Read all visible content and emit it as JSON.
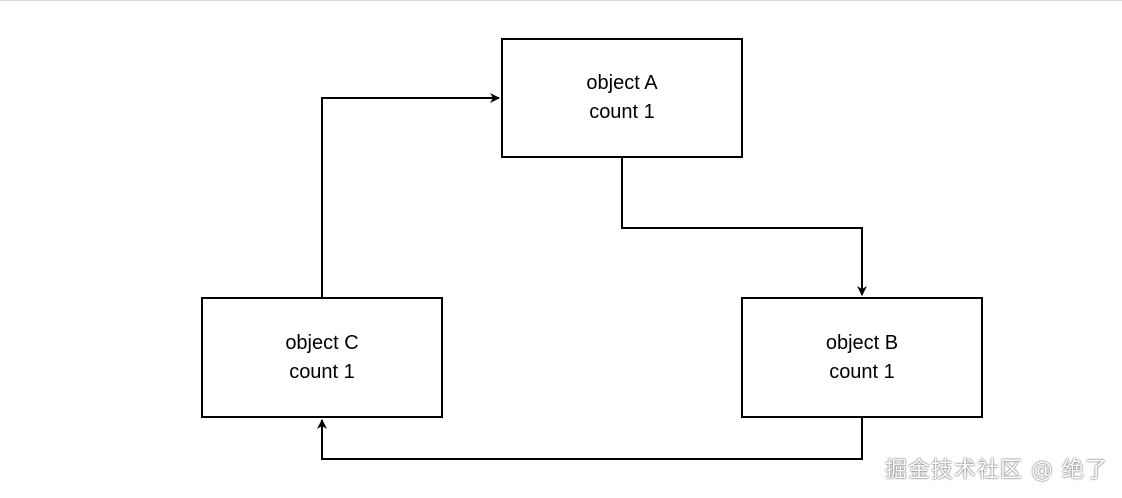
{
  "nodes": {
    "a": {
      "name": "object A",
      "count": "count 1"
    },
    "b": {
      "name": "object B",
      "count": "count 1"
    },
    "c": {
      "name": "object C",
      "count": "count 1"
    }
  },
  "edges": [
    {
      "from": "a",
      "to": "b"
    },
    {
      "from": "b",
      "to": "c"
    },
    {
      "from": "c",
      "to": "a"
    }
  ],
  "watermark": "掘金技术社区 @ 绝了"
}
